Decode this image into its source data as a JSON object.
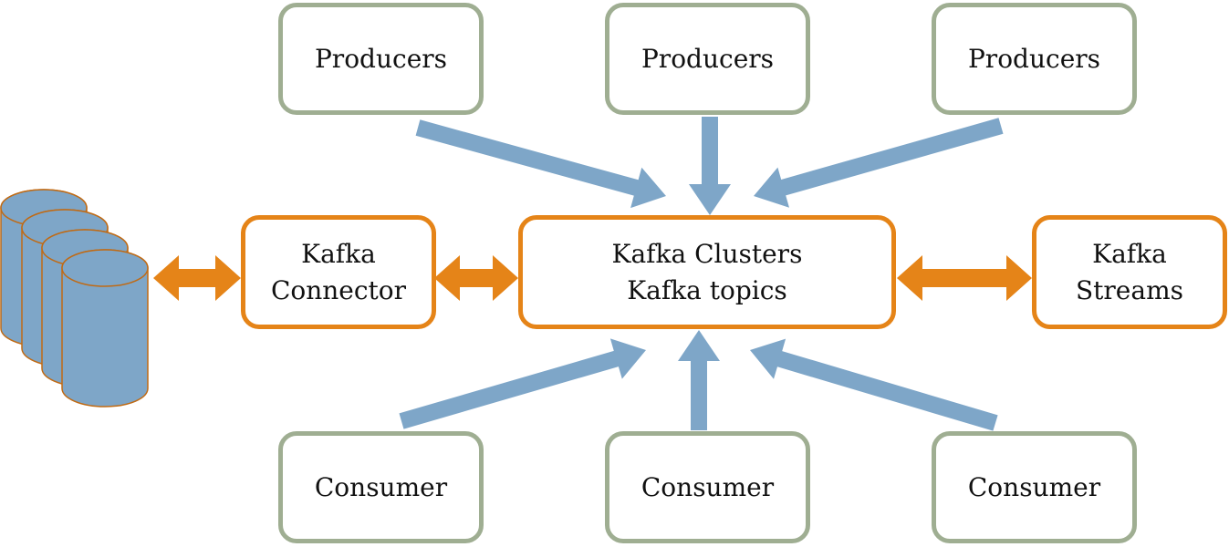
{
  "colors": {
    "producer_consumer_border": "#9fae92",
    "kafka_border": "#e58418",
    "flow_arrow": "#7ea6c8",
    "bidirectional_arrow": "#e58418",
    "database_fill": "#7ea6c8",
    "database_stroke": "#c06a14"
  },
  "producers": [
    {
      "label": "Producers"
    },
    {
      "label": "Producers"
    },
    {
      "label": "Producers"
    }
  ],
  "consumers": [
    {
      "label": "Consumer"
    },
    {
      "label": "Consumer"
    },
    {
      "label": "Consumer"
    }
  ],
  "cluster": {
    "line1": "Kafka Clusters",
    "line2": "Kafka topics"
  },
  "connector": {
    "line1": "Kafka",
    "line2": "Connector"
  },
  "streams": {
    "line1": "Kafka",
    "line2": "Streams"
  },
  "database": {
    "icon": "database-stack-icon",
    "count": 4
  }
}
